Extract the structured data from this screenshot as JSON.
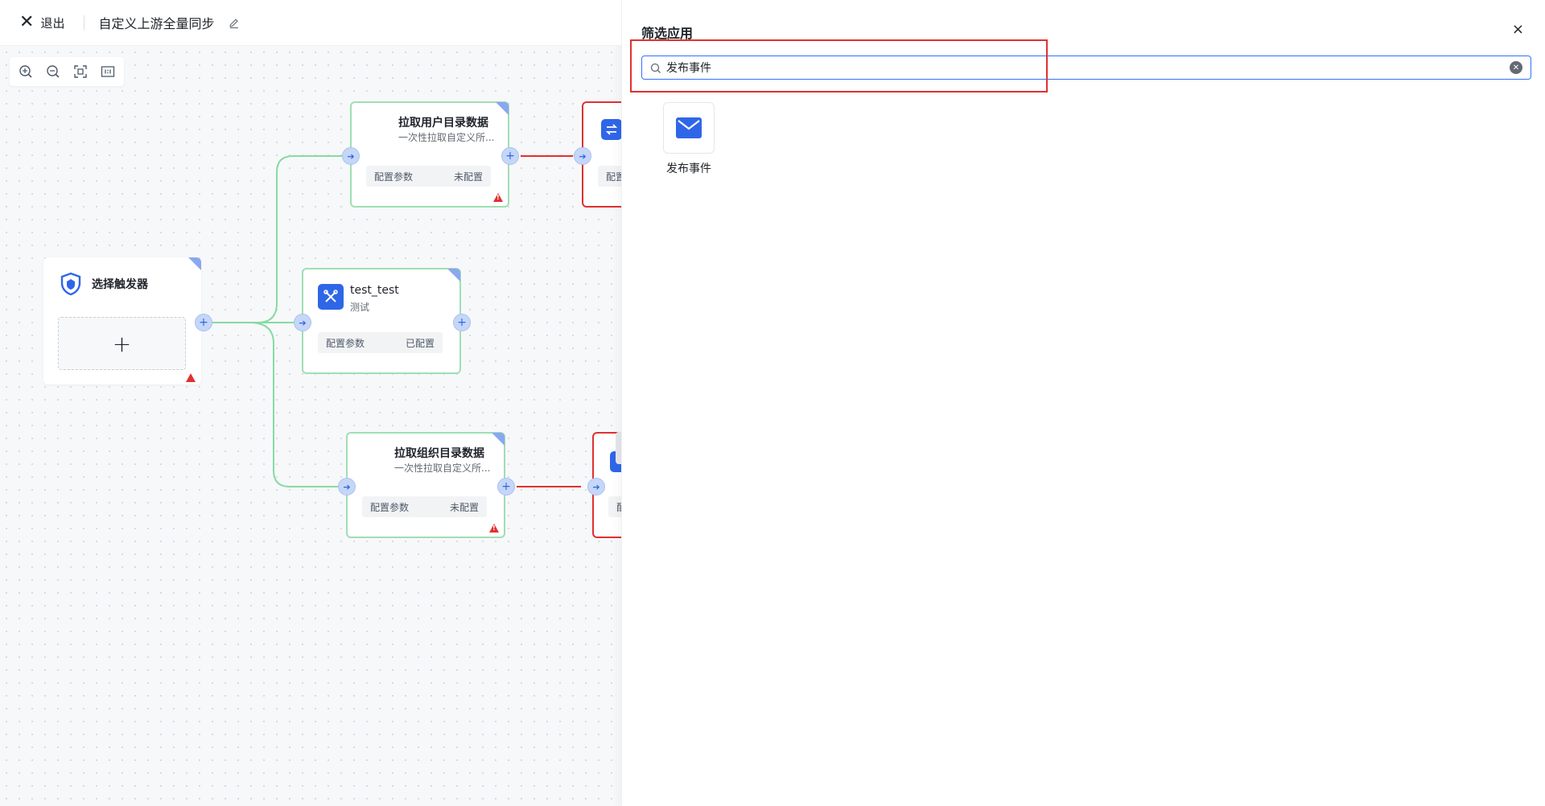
{
  "header": {
    "exit_label": "退出",
    "flow_title": "自定义上游全量同步"
  },
  "icons": {
    "exit": "close-icon",
    "edit": "edit-icon",
    "zoom_in": "zoom-in-icon",
    "zoom_out": "zoom-out-icon",
    "fit": "fit-view-icon",
    "actual_size": "actual-size-icon"
  },
  "colors": {
    "accent": "#2f66e8",
    "success_border": "#9fdfb4",
    "error": "#e03131"
  },
  "trigger": {
    "label": "选择触发器",
    "add_symbol": "+"
  },
  "nodes": {
    "pull_users": {
      "title": "拉取用户目录数据",
      "subtitle": "一次性拉取自定义所...",
      "cfg_label": "配置参数",
      "cfg_status": "未配置"
    },
    "test": {
      "title": "test_test",
      "subtitle": "测试",
      "cfg_label": "配置参数",
      "cfg_status": "已配置"
    },
    "pull_orgs": {
      "title": "拉取组织目录数据",
      "subtitle": "一次性拉取自定义所...",
      "cfg_label": "配置参数",
      "cfg_status": "未配置"
    },
    "next_1": {
      "cfg_label": "配置"
    },
    "next_2": {
      "cfg_label": "配"
    }
  },
  "drawer": {
    "title": "筛选应用",
    "close_symbol": "×",
    "search_value": "发布事件",
    "results": [
      {
        "label": "发布事件",
        "icon": "envelope-icon"
      }
    ]
  }
}
